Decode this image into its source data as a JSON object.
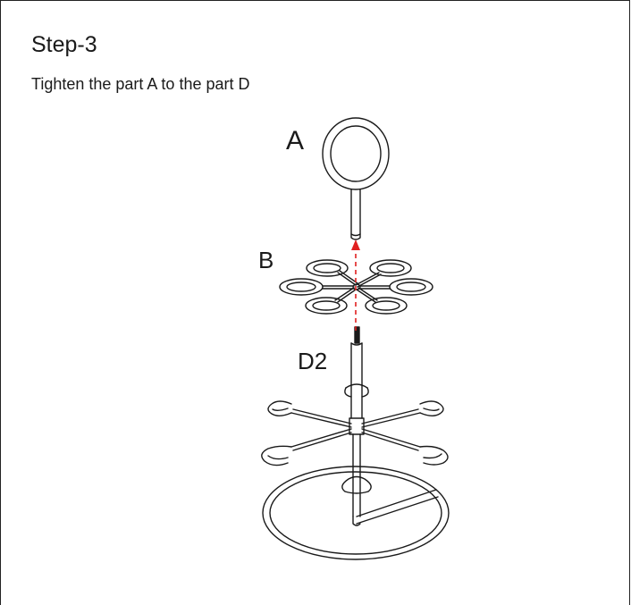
{
  "step": {
    "title": "Step-3",
    "instruction": "Tighten the part A to the part D"
  },
  "labels": {
    "part_a": "A",
    "part_b": "B",
    "part_d2": "D2"
  },
  "colors": {
    "line": "#1a1a1a",
    "arrow": "#e02020"
  }
}
